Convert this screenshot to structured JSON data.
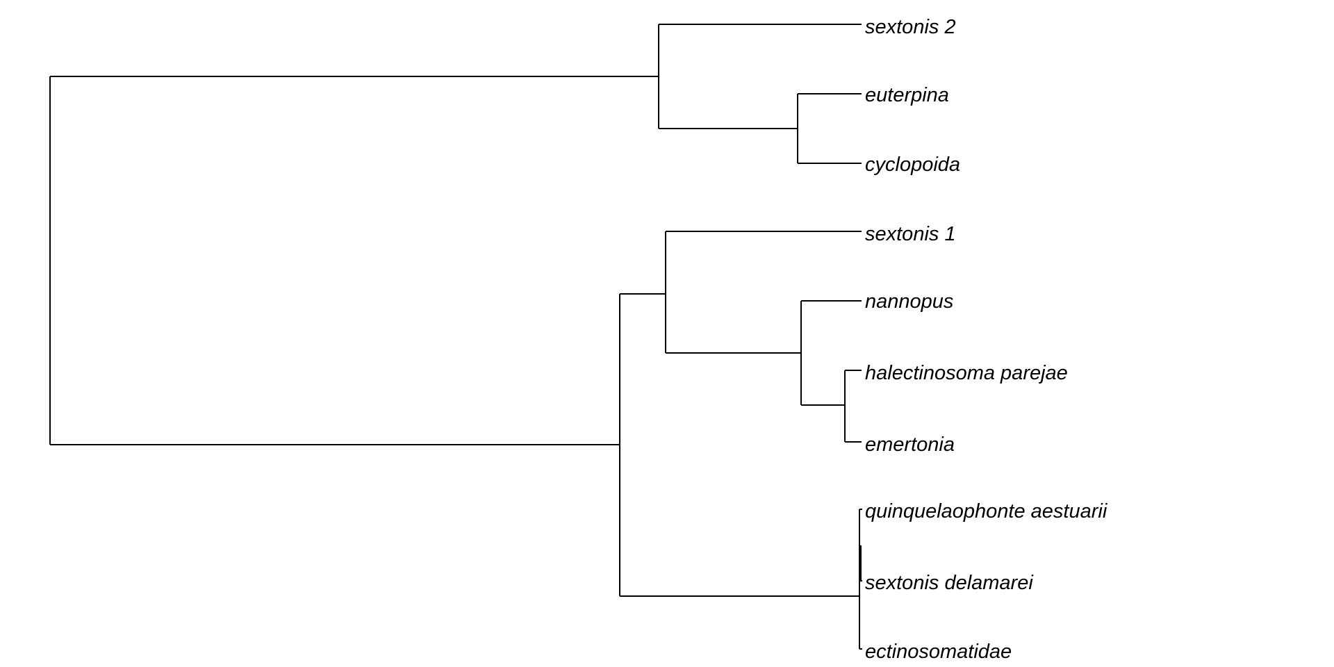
{
  "tree": {
    "tips": [
      {
        "id": "sextonis_2",
        "label": "sextonis 2"
      },
      {
        "id": "euterpina",
        "label": "euterpina"
      },
      {
        "id": "cyclopoida",
        "label": "cyclopoida"
      },
      {
        "id": "sextonis_1",
        "label": "sextonis 1"
      },
      {
        "id": "nannopus",
        "label": "nannopus"
      },
      {
        "id": "halectinosoma_parejae",
        "label": "halectinosoma parejae"
      },
      {
        "id": "emertonia",
        "label": "emertonia"
      },
      {
        "id": "quinquelaophonte_aestuarii",
        "label": "quinquelaophonte aestuarii"
      },
      {
        "id": "sextonis_delamarei",
        "label": "sextonis delamarei"
      },
      {
        "id": "ectinosomatidae",
        "label": "ectinosomatidae"
      }
    ],
    "line_color": "#000000",
    "label_color": "#000000"
  }
}
